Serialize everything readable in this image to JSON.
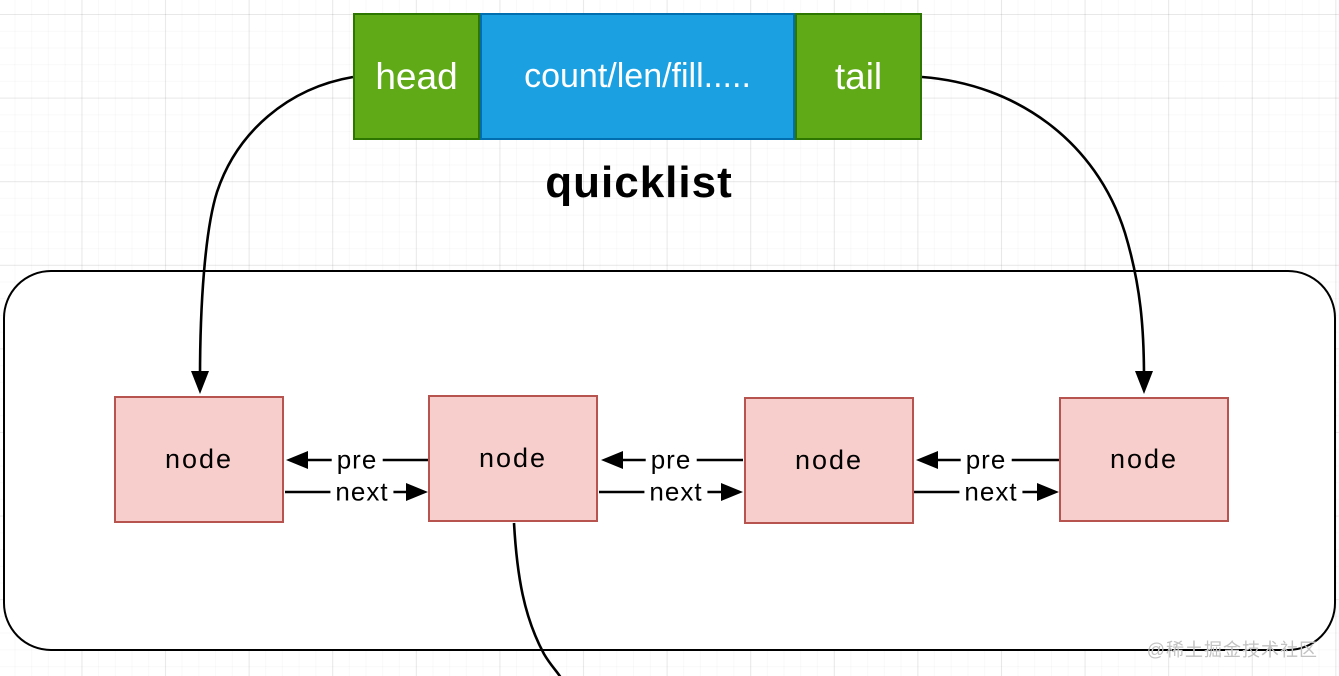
{
  "colors": {
    "green": "#60a917",
    "green-border": "#2d7600",
    "blue": "#1ba1e2",
    "blue-border": "#006eaf",
    "pink": "#f8cecc",
    "pink-border": "#b85450",
    "line": "#000000",
    "watermark": "#c2c2c2"
  },
  "header": {
    "head": "head",
    "fields": "count/len/fill.....",
    "tail": "tail"
  },
  "title": "quicklist",
  "nodes": [
    {
      "label": "node"
    },
    {
      "label": "node"
    },
    {
      "label": "node"
    },
    {
      "label": "node"
    }
  ],
  "links": [
    {
      "pre": "pre",
      "next": "next"
    },
    {
      "pre": "pre",
      "next": "next"
    },
    {
      "pre": "pre",
      "next": "next"
    }
  ],
  "watermark": "@稀土掘金技术社区"
}
